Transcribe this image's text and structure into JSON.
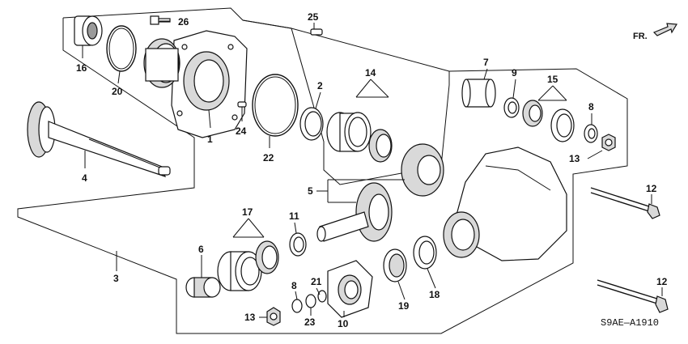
{
  "diagram": {
    "code": "S9AE—A1910",
    "direction_label": "FR.",
    "callouts": [
      {
        "key": "c26",
        "text": "26"
      },
      {
        "key": "c25",
        "text": "25"
      },
      {
        "key": "c16",
        "text": "16"
      },
      {
        "key": "c20",
        "text": "20"
      },
      {
        "key": "c1",
        "text": "1"
      },
      {
        "key": "c24",
        "text": "24"
      },
      {
        "key": "c22",
        "text": "22"
      },
      {
        "key": "c2",
        "text": "2"
      },
      {
        "key": "c14",
        "text": "14"
      },
      {
        "key": "c7",
        "text": "7"
      },
      {
        "key": "c9",
        "text": "9"
      },
      {
        "key": "c15",
        "text": "15"
      },
      {
        "key": "c8a",
        "text": "8"
      },
      {
        "key": "c13a",
        "text": "13"
      },
      {
        "key": "c4",
        "text": "4"
      },
      {
        "key": "c5",
        "text": "5"
      },
      {
        "key": "c12a",
        "text": "12"
      },
      {
        "key": "c17",
        "text": "17"
      },
      {
        "key": "c11",
        "text": "11"
      },
      {
        "key": "c6",
        "text": "6"
      },
      {
        "key": "c3",
        "text": "3"
      },
      {
        "key": "c8b",
        "text": "8"
      },
      {
        "key": "c21",
        "text": "21"
      },
      {
        "key": "c13b",
        "text": "13"
      },
      {
        "key": "c23",
        "text": "23"
      },
      {
        "key": "c10",
        "text": "10"
      },
      {
        "key": "c19",
        "text": "19"
      },
      {
        "key": "c18",
        "text": "18"
      },
      {
        "key": "c12b",
        "text": "12"
      }
    ]
  }
}
